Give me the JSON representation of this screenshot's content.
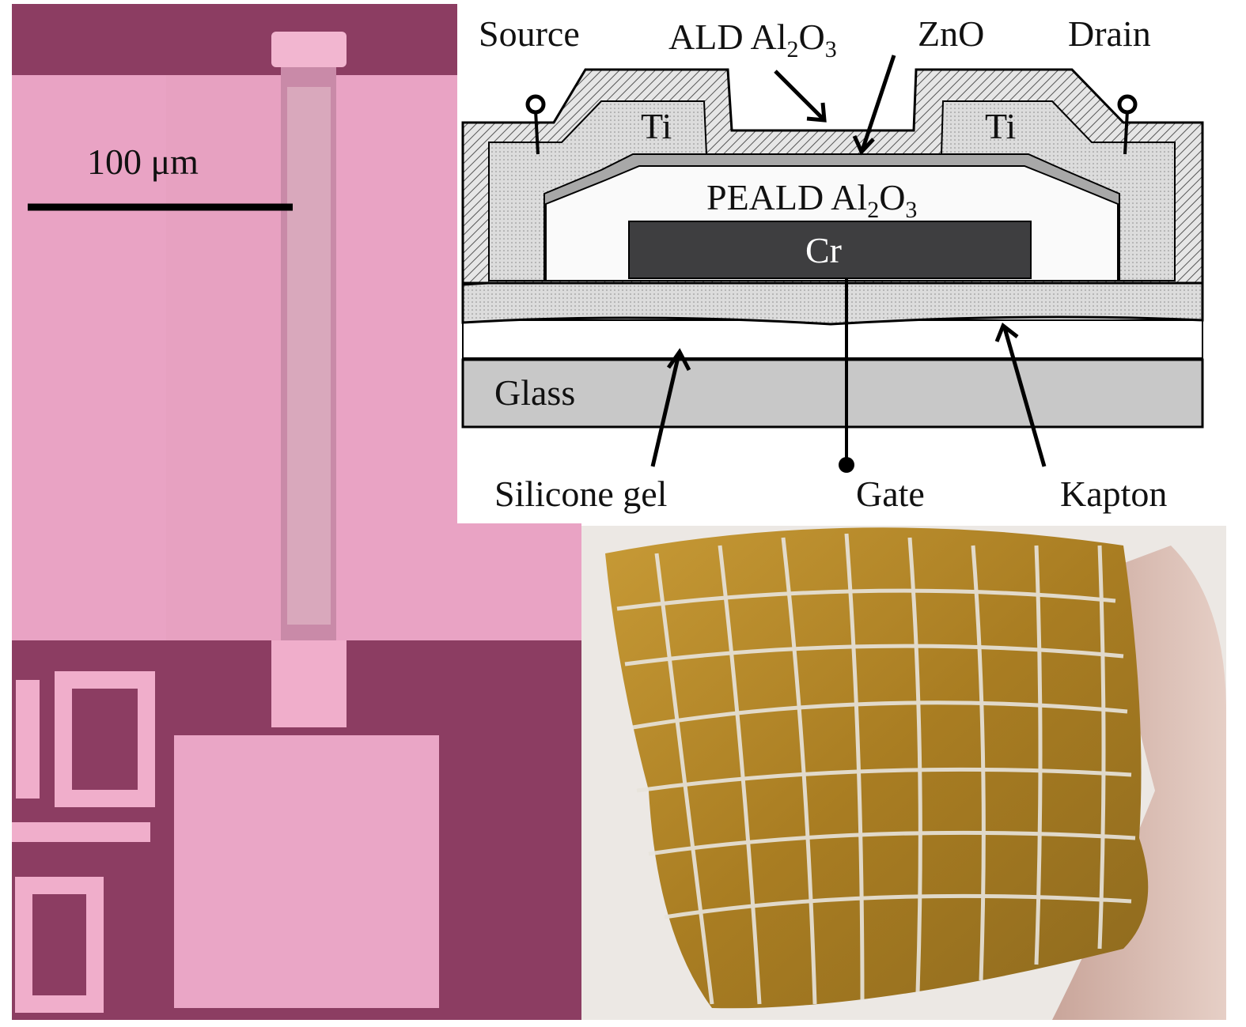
{
  "micrograph": {
    "scale_bar_label": "100 μm"
  },
  "diagram": {
    "labels": {
      "source": "Source",
      "ald": "ALD Al",
      "ald_sub2": "2",
      "ald_o": "O",
      "ald_sub3": "3",
      "zno": "ZnO",
      "drain": "Drain",
      "ti_left": "Ti",
      "ti_right": "Ti",
      "peald": "PEALD Al",
      "peald_sub2": "2",
      "peald_o": "O",
      "peald_sub3": "3",
      "cr": "Cr",
      "glass": "Glass",
      "silicone_gel": "Silicone gel",
      "gate": "Gate",
      "kapton": "Kapton"
    }
  },
  "colors": {
    "micro_dark": "#8c3d62",
    "micro_pink": "#e9a3c4",
    "kapton_gold": "#b88a2a"
  }
}
